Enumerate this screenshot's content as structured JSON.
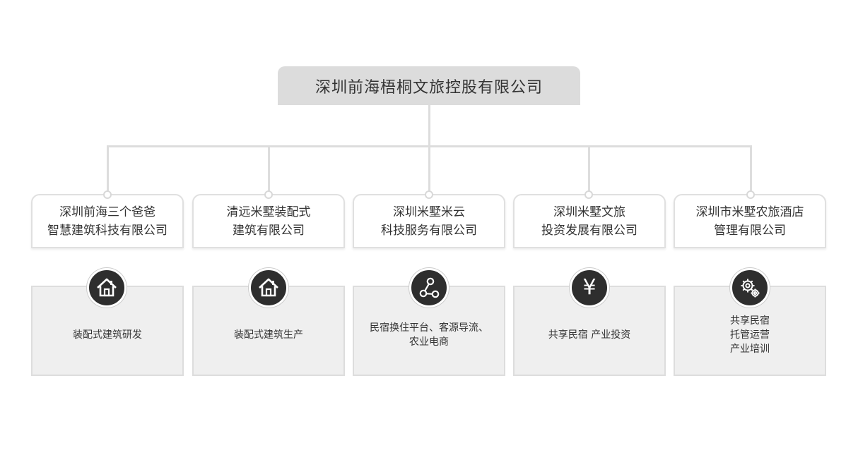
{
  "root": {
    "label": "深圳前海梧桐文旅控股有限公司"
  },
  "subsidiaries": [
    {
      "name_lines": [
        "深圳前海三个爸爸",
        "智慧建筑科技有限公司"
      ],
      "icon": "house-icon",
      "business_lines": [
        "装配式建筑研发"
      ]
    },
    {
      "name_lines": [
        "清远米墅装配式",
        "建筑有限公司"
      ],
      "icon": "house-icon",
      "business_lines": [
        "装配式建筑生产"
      ]
    },
    {
      "name_lines": [
        "深圳米墅米云",
        "科技服务有限公司"
      ],
      "icon": "share-network-icon",
      "business_lines": [
        "民宿换住平台、客源导流、",
        "农业电商"
      ]
    },
    {
      "name_lines": [
        "深圳米墅文旅",
        "投资发展有限公司"
      ],
      "icon": "yen-icon",
      "icon_glyph": "¥",
      "business_lines": [
        "共享民宿 产业投资"
      ]
    },
    {
      "name_lines": [
        "深圳市米墅农旅酒店",
        "管理有限公司"
      ],
      "icon": "gears-icon",
      "business_lines": [
        "共享民宿",
        "托管运营",
        "产业培训"
      ]
    }
  ]
}
